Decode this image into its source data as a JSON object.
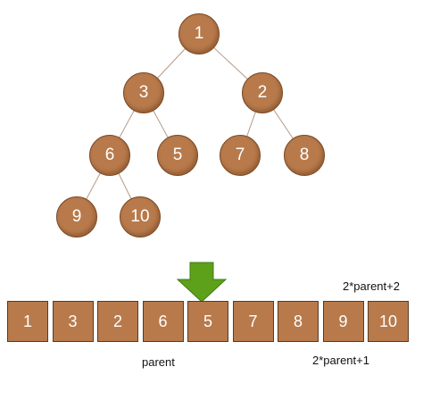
{
  "colors": {
    "node_fill": "#B87A4B",
    "node_stroke": "#7B4A26",
    "edge": "#B59A86",
    "arrow": "#5DA11B",
    "cell_fill": "#B87A4B"
  },
  "tree": {
    "nodes": [
      {
        "id": "n1",
        "label": "1"
      },
      {
        "id": "n3",
        "label": "3"
      },
      {
        "id": "n2",
        "label": "2"
      },
      {
        "id": "n6",
        "label": "6"
      },
      {
        "id": "n5",
        "label": "5"
      },
      {
        "id": "n7",
        "label": "7"
      },
      {
        "id": "n8",
        "label": "8"
      },
      {
        "id": "n9",
        "label": "9"
      },
      {
        "id": "n10",
        "label": "10"
      }
    ],
    "edges": [
      [
        "n1",
        "n3"
      ],
      [
        "n1",
        "n2"
      ],
      [
        "n3",
        "n6"
      ],
      [
        "n3",
        "n5"
      ],
      [
        "n2",
        "n7"
      ],
      [
        "n2",
        "n8"
      ],
      [
        "n6",
        "n9"
      ],
      [
        "n6",
        "n10"
      ]
    ]
  },
  "arrow_icon": "down-arrow-icon",
  "array": {
    "cells": [
      "1",
      "3",
      "2",
      "6",
      "5",
      "7",
      "8",
      "9",
      "10"
    ]
  },
  "labels": {
    "right_child": "2*parent+2",
    "parent": "parent",
    "left_child": "2*parent+1"
  }
}
